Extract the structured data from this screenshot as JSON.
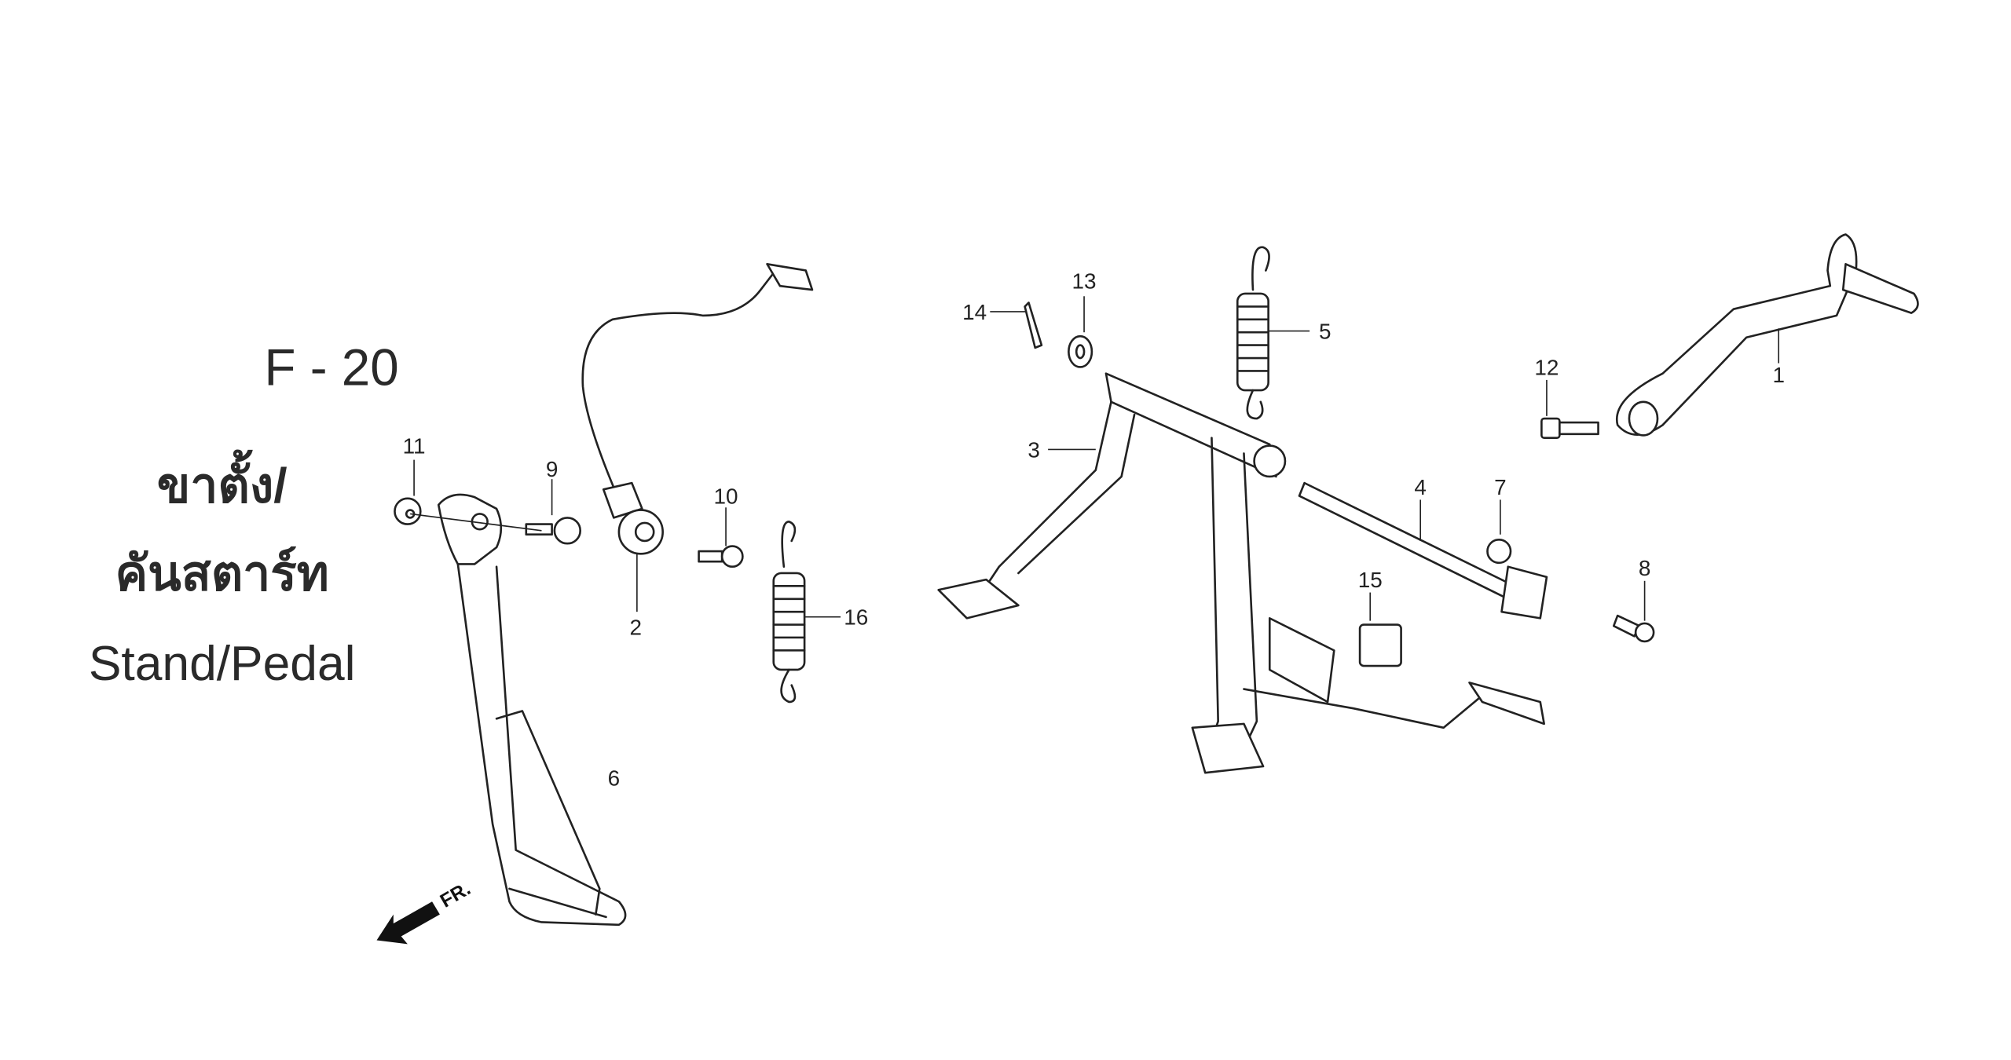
{
  "title": {
    "code": "F - 20",
    "thai_line1": "ขาตั้ง/",
    "thai_line2": "คันสตาร์ท",
    "english": "Stand/Pedal"
  },
  "front_indicator": "FR.",
  "callouts": [
    "1",
    "2",
    "3",
    "4",
    "5",
    "6",
    "7",
    "8",
    "9",
    "10",
    "11",
    "12",
    "13",
    "14",
    "15",
    "16"
  ]
}
